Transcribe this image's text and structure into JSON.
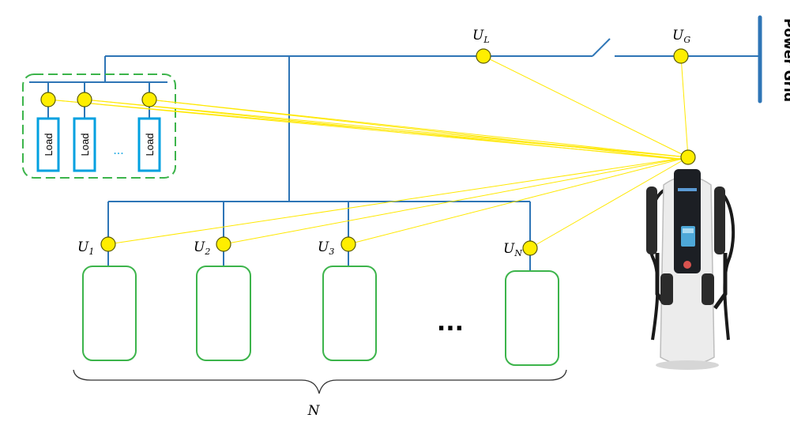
{
  "grid": {
    "label": "Power Grid"
  },
  "loads": {
    "label": "Load",
    "ellipsis": "..."
  },
  "nodes": {
    "ul": {
      "main": "U",
      "sub": "L"
    },
    "ug": {
      "main": "U",
      "sub": "G"
    },
    "u1": {
      "main": "U",
      "sub": "1"
    },
    "u2": {
      "main": "U",
      "sub": "2"
    },
    "u3": {
      "main": "U",
      "sub": "3"
    },
    "un": {
      "main": "U",
      "sub": "N"
    }
  },
  "bays": {
    "ellipsis": "...",
    "count_label": "N"
  },
  "colors": {
    "bus": "#2e75b6",
    "link": "#ffe800",
    "node": "#ffee00",
    "bay": "#3cb44b",
    "load": "#00a0e0"
  },
  "icons": {
    "charger": "ev-charger-icon",
    "switch": "switch-icon"
  }
}
